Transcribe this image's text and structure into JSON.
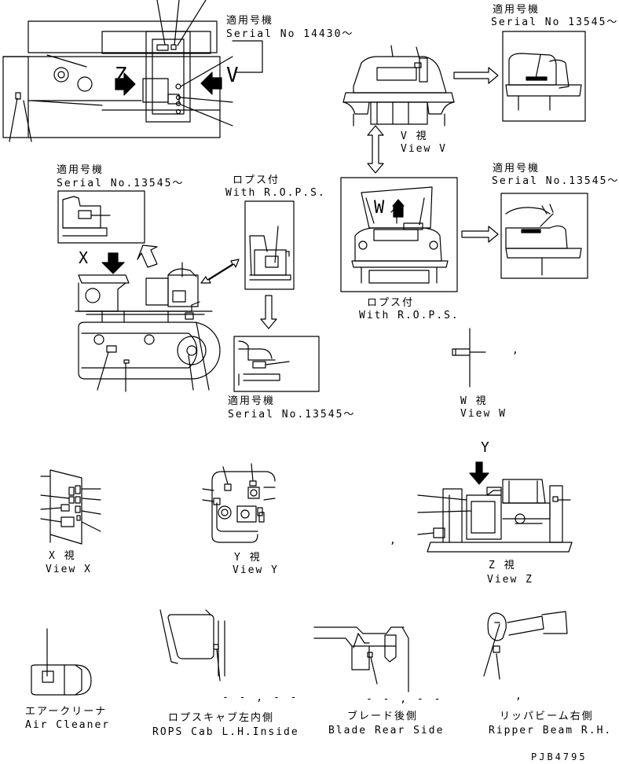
{
  "drawing_number": "PJB4795",
  "serial_notes": {
    "top_left_jp": "適用号機",
    "top_left_en": "Serial No 14430～",
    "view_v_jp": "適用号機",
    "view_v_en": "Serial No 13545～",
    "view_rops_jp": "適用号機",
    "view_rops_en": "Serial No.13545～",
    "view_x_side_jp": "適用号機",
    "view_x_side_en": "Serial No.13545～",
    "center_bottom_jp": "適用号機",
    "center_bottom_en": "Serial No.13545～"
  },
  "rops_labels": {
    "upper_jp": "ロプス付",
    "upper_en": "With R.O.P.S.",
    "lower_jp": "ロプス付",
    "lower_en": "With R.O.P.S."
  },
  "view_letters": {
    "v": "V",
    "z": "Z",
    "w": "W",
    "x": "X",
    "y": "Y"
  },
  "views": {
    "v_jp": "V 視",
    "v_en": "View V",
    "w_jp": "W 視",
    "w_en": "View W",
    "x_jp": "X 視",
    "x_en": "View X",
    "y_jp": "Y 視",
    "y_en": "View Y",
    "z_jp": "Z 視",
    "z_en": "View Z"
  },
  "captions": {
    "air_cleaner_jp": "エアークリーナ",
    "air_cleaner_en": "Air Cleaner",
    "rops_cab_jp": "ロプスキャブ左内側",
    "rops_cab_en": "ROPS Cab L.H.Inside",
    "blade_jp": "ブレード後側",
    "blade_en": "Blade Rear Side",
    "ripper_jp": "リッパビーム右側",
    "ripper_en": "Ripper Beam R.H."
  },
  "marks": {
    "dashes_a": "- - , - -",
    "dashes_b": "- - , - -",
    "comma": ","
  }
}
